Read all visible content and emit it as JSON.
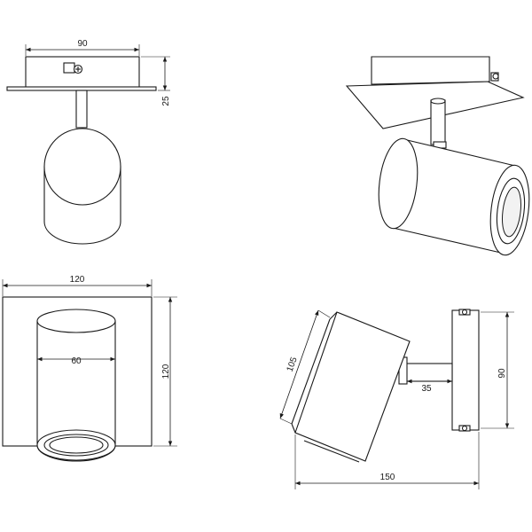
{
  "dimensions": {
    "top_width": "90",
    "top_height": "25",
    "front_width": "120",
    "front_height": "120",
    "front_diameter": "60",
    "side_length": "105",
    "side_depth": "35",
    "side_height": "90",
    "side_total": "150"
  },
  "colors": {
    "line": "#1a1a1a",
    "paper": "#ffffff"
  }
}
